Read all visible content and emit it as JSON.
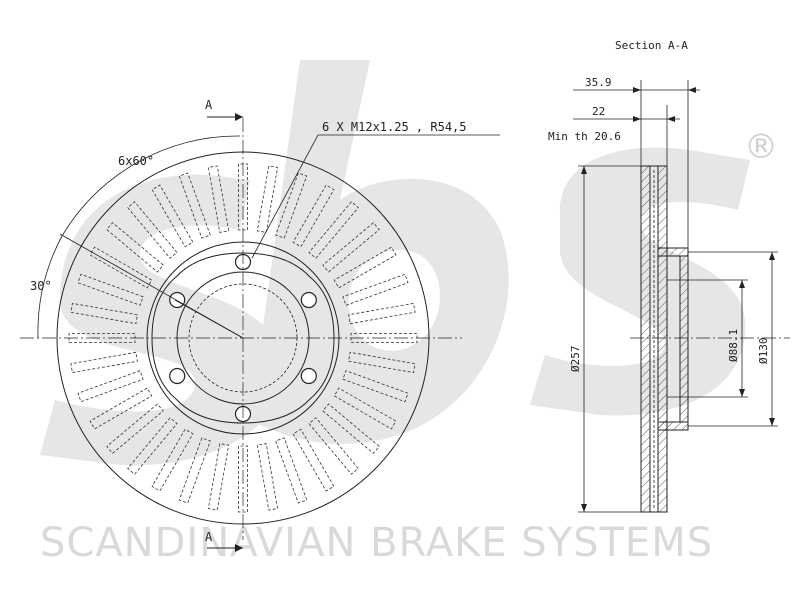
{
  "watermark": {
    "brand_text": "SCANDINAVIAN BRAKE SYSTEMS",
    "registered_mark": "®"
  },
  "front_view": {
    "section_mark_top": "A",
    "section_mark_bottom": "A",
    "hole_spec": "6 X M12x1.25 , R54,5",
    "angle_pitch": "6x60°",
    "angle_offset": "30°",
    "vane_count": 36,
    "bolt_hole_count": 6
  },
  "section_view": {
    "title": "Section A-A",
    "dim_overall_width": "35.9",
    "dim_disc_thickness": "22",
    "dim_min_thickness": "Min th 20.6",
    "dim_outer_diameter": "Ø257",
    "dim_center_bore": "Ø88.1",
    "dim_hub_diameter": "Ø130"
  }
}
